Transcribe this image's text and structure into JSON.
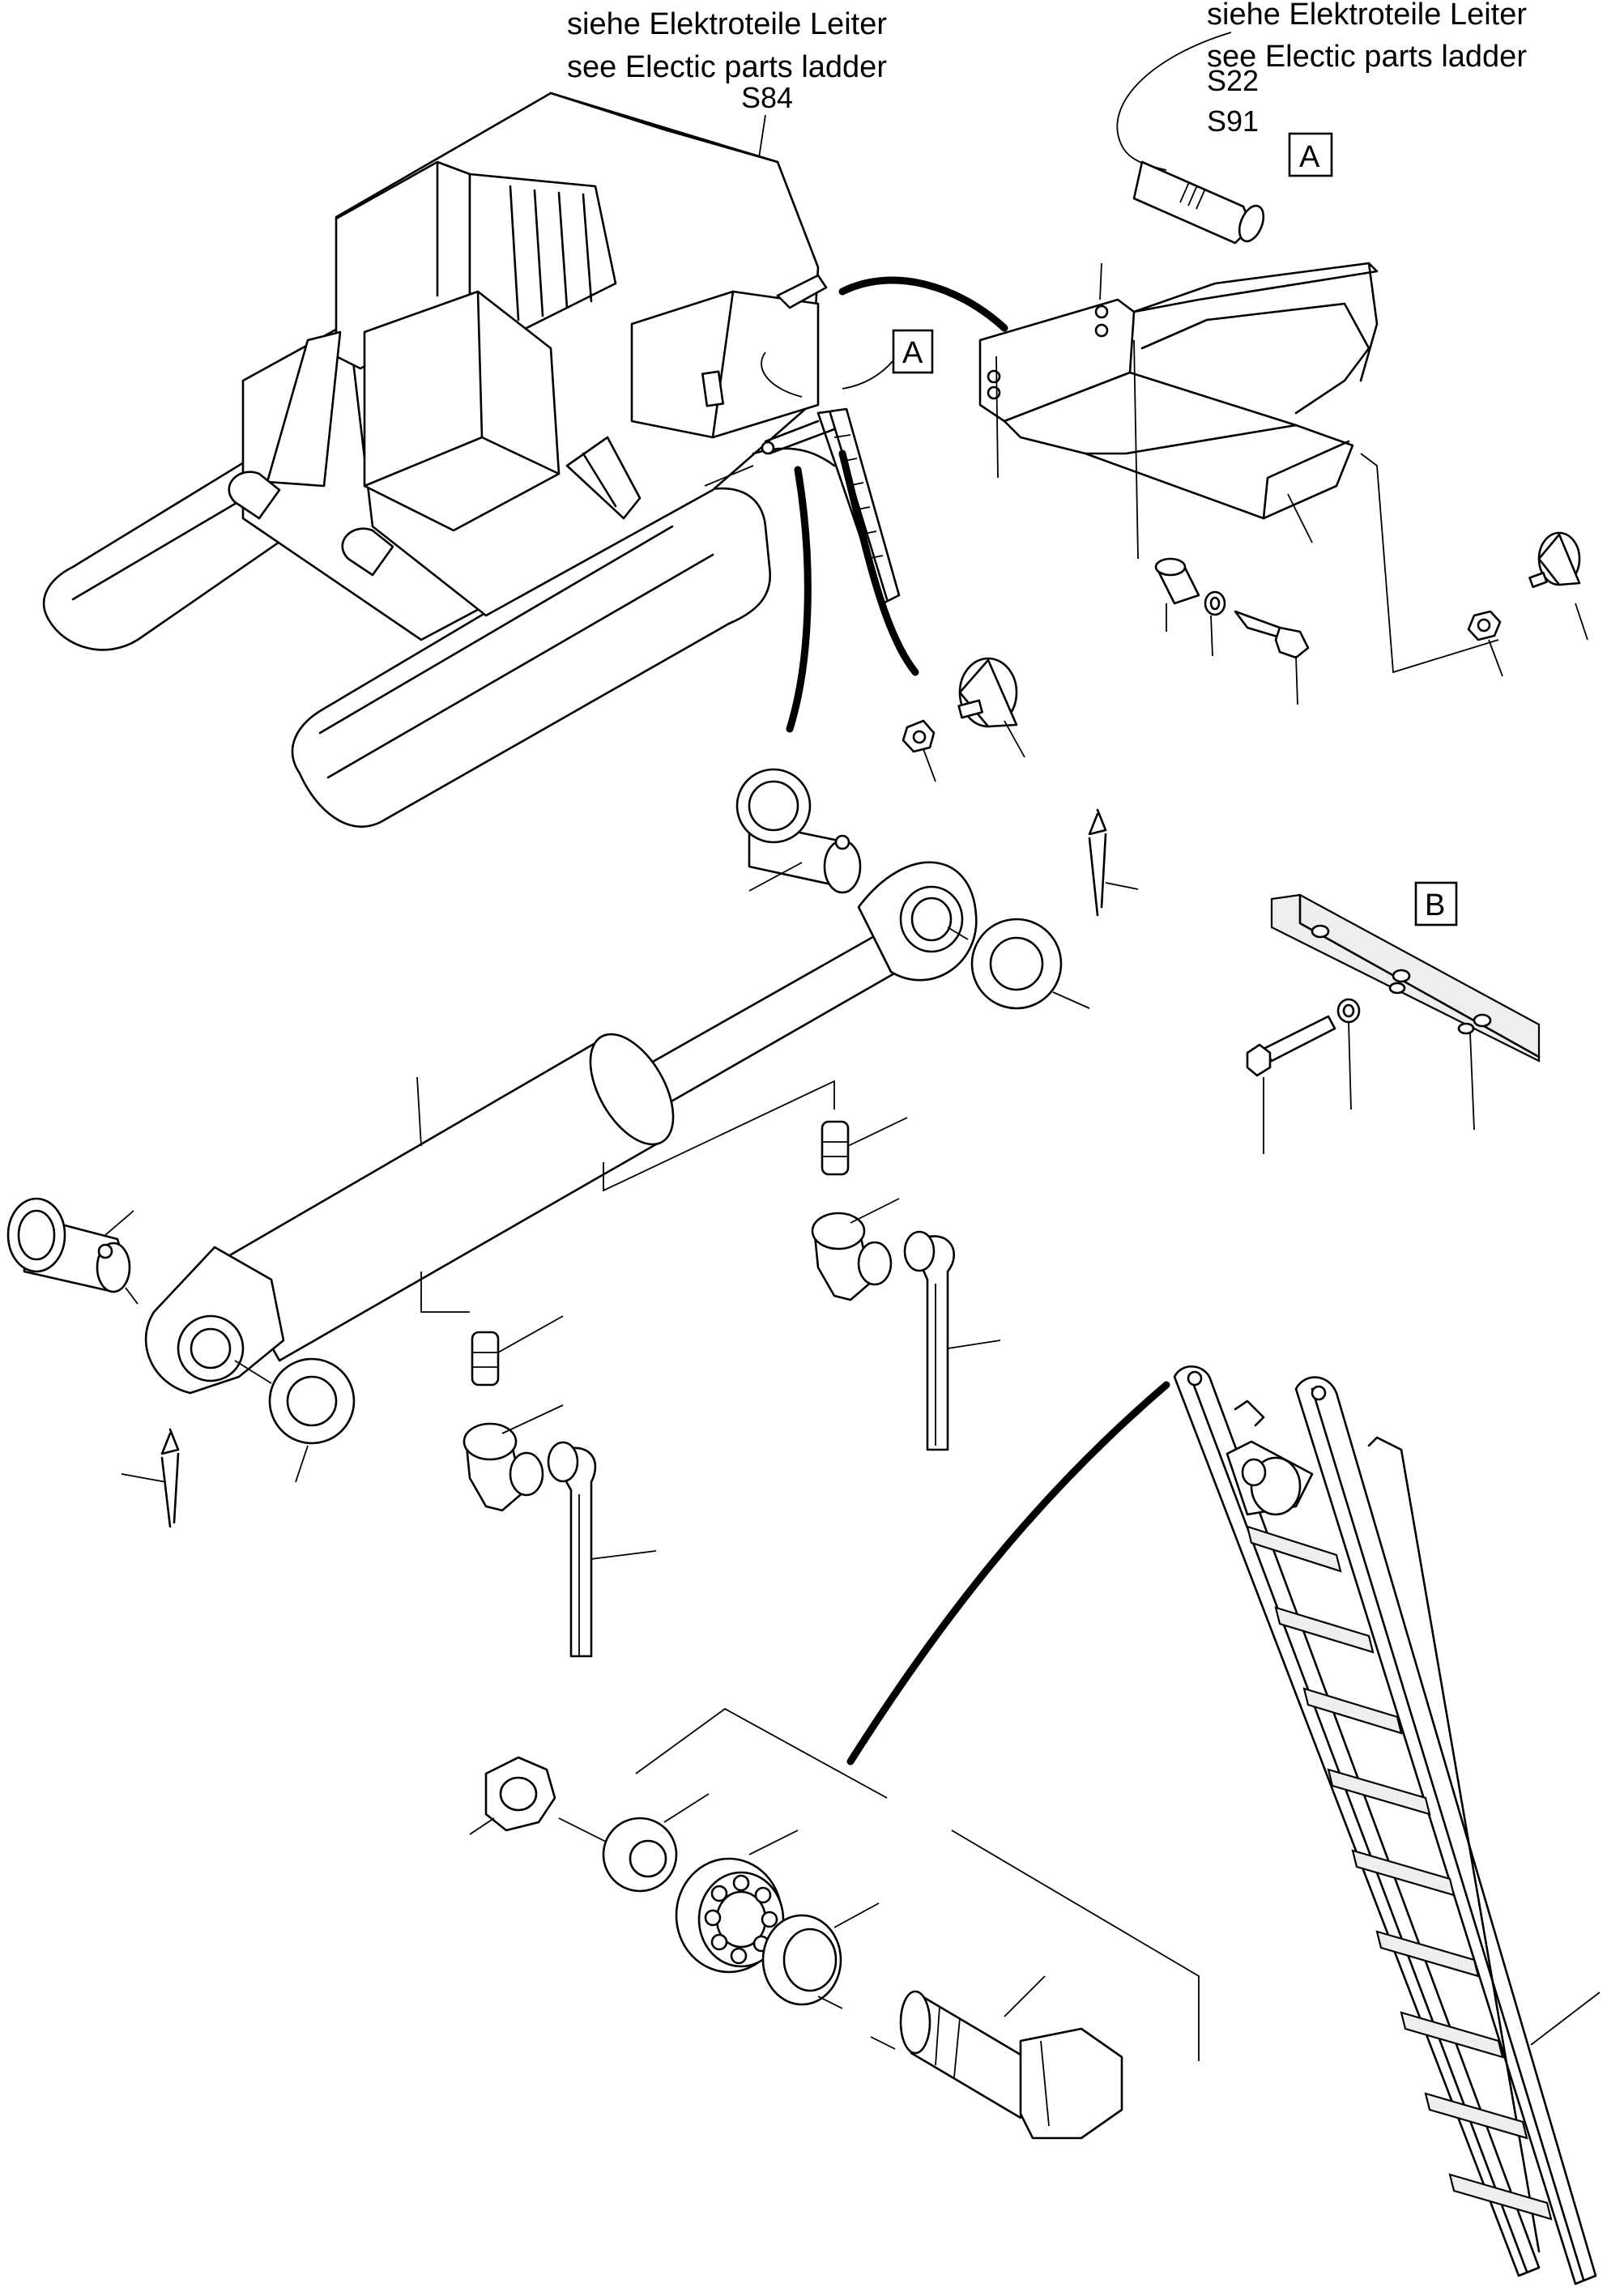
{
  "callouts": {
    "ladder_electric_left": {
      "de": "siehe Elektroteile Leiter",
      "en": "see Electic parts ladder",
      "ref": "S84"
    },
    "ladder_electric_right": {
      "de": "siehe Elektroteile Leiter",
      "en": "see Electic parts ladder",
      "ref1": "S22",
      "ref2": "S91"
    }
  },
  "detail_markers": {
    "a_top": "A",
    "a_machine": "A",
    "b_machine": "B",
    "b_bracket": "B"
  }
}
